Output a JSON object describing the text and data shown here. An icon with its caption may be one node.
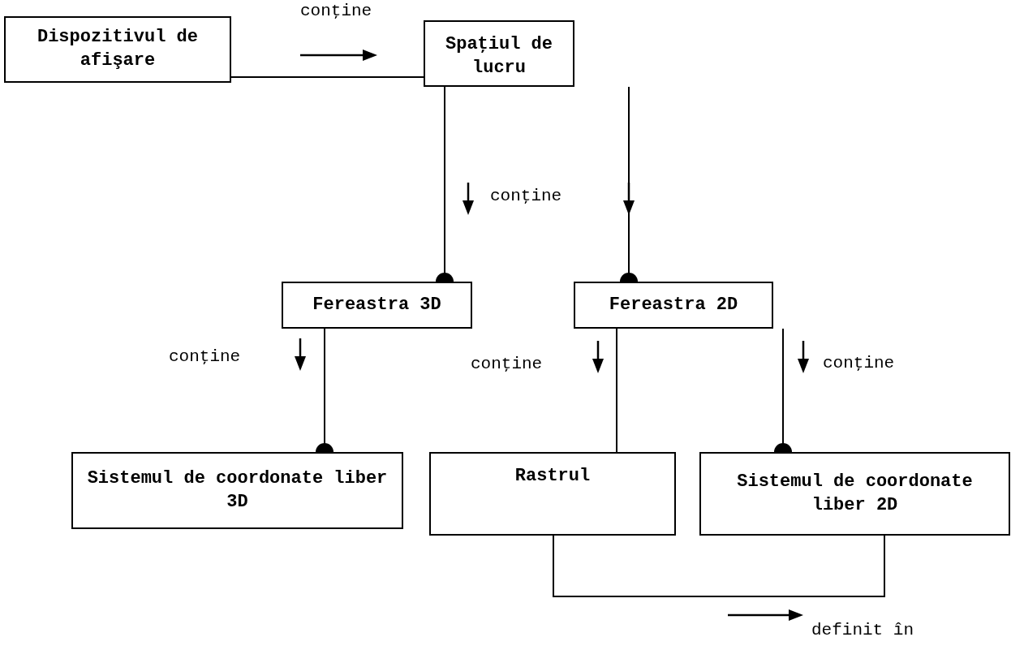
{
  "diagram": {
    "nodes": [
      {
        "text": [
          "Dispozitivul de afişare"
        ]
      },
      {
        "text": [
          "Spaţiul de lucru"
        ]
      },
      {
        "text": [
          "Fereastra 3D"
        ]
      },
      {
        "text": [
          "Fereastra 2D"
        ]
      },
      {
        "text": [
          "Sistemul de coordonate liber 3D"
        ]
      },
      {
        "text": [
          "Rastrul"
        ]
      },
      {
        "text": [
          "Sistemul de coordonate liber 2D"
        ]
      }
    ],
    "edges": [
      {
        "from": 0,
        "to": 1,
        "arrow": "none",
        "label": "conţine"
      },
      {
        "from": 1,
        "to": 2,
        "arrow": "other",
        "label": "conţine"
      },
      {
        "from": 1,
        "to": 3,
        "arrow": "other"
      },
      {
        "from": 2,
        "to": 4,
        "arrow": "other",
        "label": "conţine"
      },
      {
        "from": 3,
        "to": 5,
        "arrow": "none",
        "label": "conţine"
      },
      {
        "from": 3,
        "to": 6,
        "arrow": "other",
        "label": "conţine"
      },
      {
        "from": 5,
        "to": 6,
        "arrow": "none",
        "label": "definit în"
      }
    ]
  }
}
